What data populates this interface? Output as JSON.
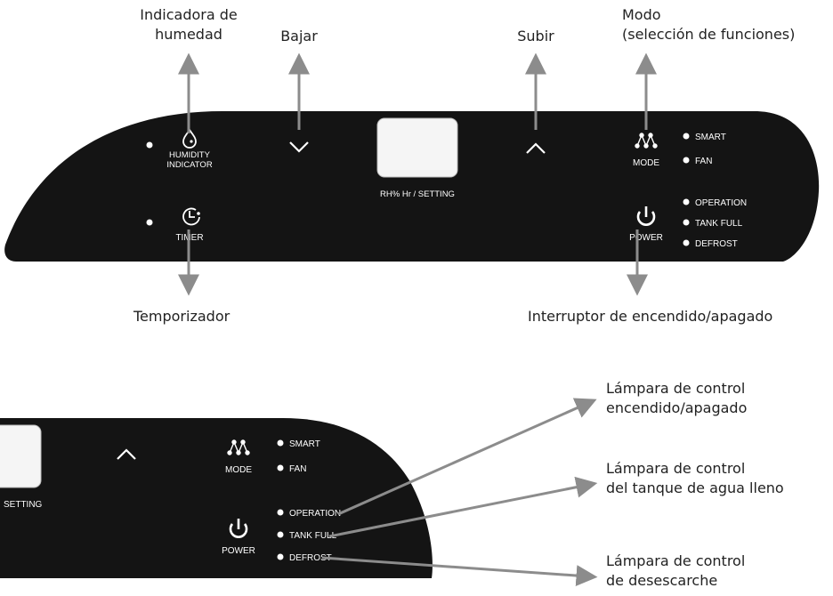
{
  "colors": {
    "panel": "#141414",
    "panel_text": "#ffffff",
    "arrow": "#8c8c8c",
    "display": "#f5f5f5",
    "label_text": "#222222"
  },
  "top_panel": {
    "humidity_label_1": "HUMIDITY",
    "humidity_label_2": "INDICATOR",
    "timer_label": "TIMER",
    "display_label": "RH% Hr / SETTING",
    "mode_label": "MODE",
    "power_label": "POWER",
    "smart_label": "SMART",
    "fan_label": "FAN",
    "operation_label": "OPERATION",
    "tank_full_label": "TANK FULL",
    "defrost_label": "DEFROST",
    "icons": [
      "humidity-drop-icon",
      "chevron-down-icon",
      "chevron-up-icon",
      "mode-icon",
      "timer-icon",
      "power-icon"
    ]
  },
  "callouts": {
    "humidity_1": "Indicadora de",
    "humidity_2": "humedad",
    "down": "Bajar",
    "up": "Subir",
    "mode_1": "Modo",
    "mode_2": "(selección de funciones)",
    "timer": "Temporizador",
    "power": "Interruptor de encendido/apagado"
  },
  "bottom_panel": {
    "setting_label": "SETTING",
    "mode_label": "MODE",
    "power_label": "POWER",
    "smart_label": "SMART",
    "fan_label": "FAN",
    "operation_label": "OPERATION",
    "tank_full_label": "TANK FULL",
    "defrost_label": "DEFROST"
  },
  "bottom_callouts": {
    "operation_1": "Lámpara de control",
    "operation_2": "encendido/apagado",
    "tank_1": "Lámpara de control",
    "tank_2": "del tanque de agua lleno",
    "defrost_1": "Lámpara de control",
    "defrost_2": "de desescarche"
  }
}
